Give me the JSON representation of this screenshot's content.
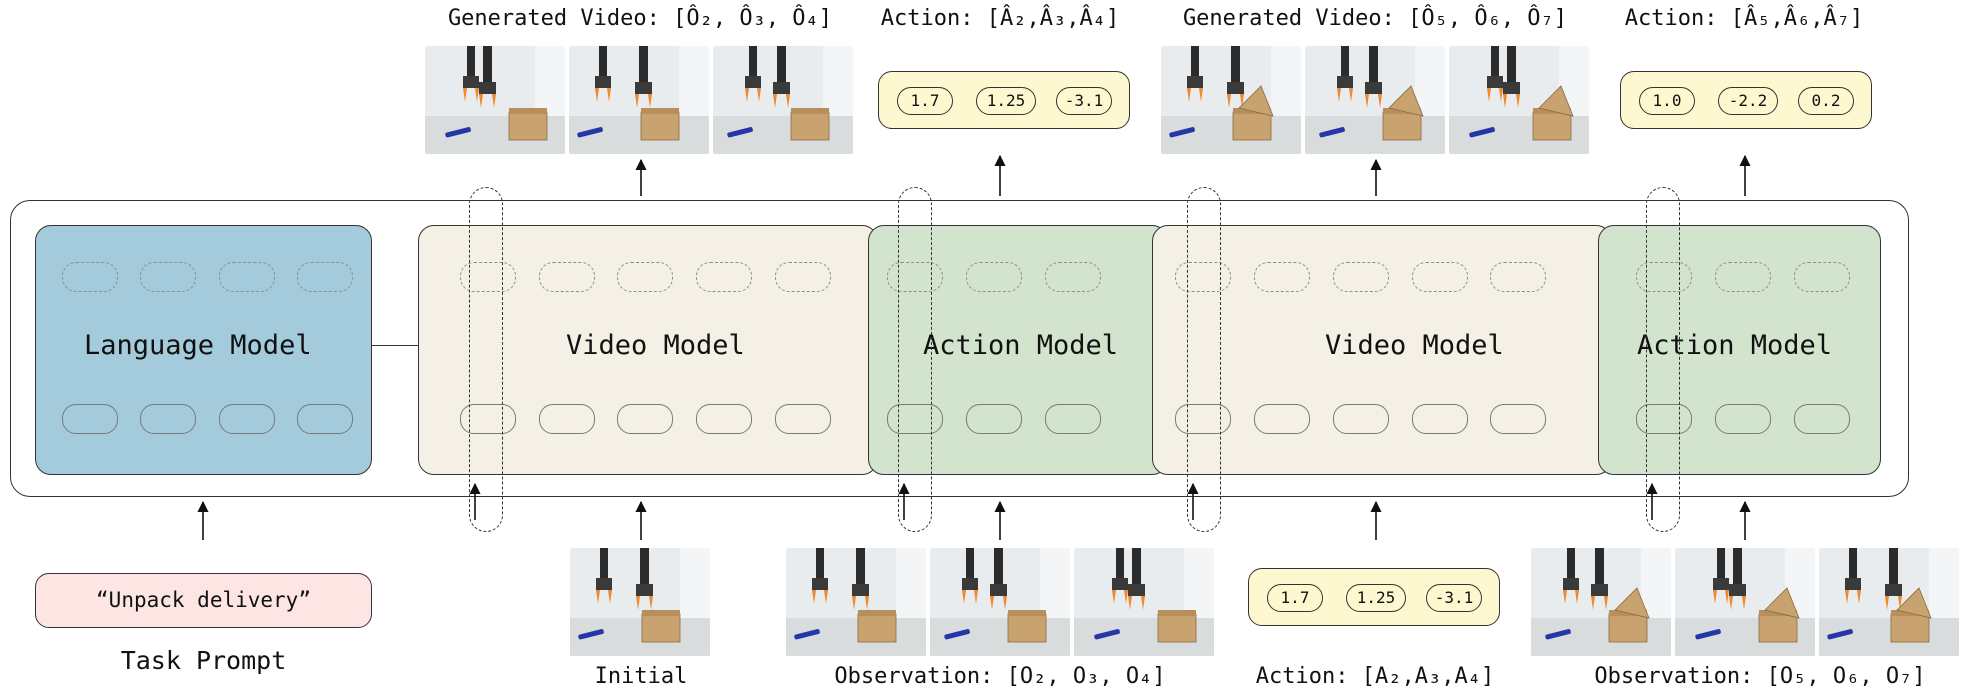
{
  "top_labels": {
    "generated_video_1": "Generated Video: [Ô₂, Ô₃, Ô₄]",
    "action_1": "Action: [Â₂,Â₃,Â₄]",
    "generated_video_2": "Generated Video: [Ô₅, Ô₆, Ô₇]",
    "action_2": "Action: [Â₅,Â₆,Â₇]"
  },
  "top_actions_1": [
    "1.7",
    "1.25",
    "-3.1"
  ],
  "top_actions_2": [
    "1.0",
    "-2.2",
    "0.2"
  ],
  "models": {
    "language": "Language Model",
    "video_1": "Video Model",
    "action_1": "Action Model",
    "video_2": "Video Model",
    "action_2": "Action Model"
  },
  "task_prompt": {
    "text": "“Unpack delivery”",
    "label": "Task Prompt"
  },
  "bottom_labels": {
    "initial": "Initial",
    "observation_1": "Observation: [O₂, O₃, O₄]",
    "action": "Action: [A₂,A₃,A₄]",
    "observation_2": "Observation: [O₅, O₆, O₇]"
  },
  "bottom_actions": [
    "1.7",
    "1.25",
    "-3.1"
  ],
  "colors": {
    "language_model": "#a3cbdb",
    "video_model": "#f4f0e5",
    "action_model": "#d2e4cd",
    "action_values": "#fdf8cf",
    "prompt": "#fde5e4"
  },
  "images": {
    "generated_1": [
      "robot-arms-box-frame",
      "robot-arms-box-frame",
      "robot-arms-box-frame"
    ],
    "generated_2": [
      "robot-arms-opening-box-frame",
      "robot-arms-opening-box-frame",
      "robot-arms-opening-box-frame"
    ],
    "initial": [
      "robot-arms-box-frame"
    ],
    "observation_1": [
      "robot-arms-box-frame",
      "robot-arms-box-frame",
      "robot-arms-box-frame"
    ],
    "observation_2": [
      "robot-arms-opening-box-frame",
      "robot-arms-opening-box-frame",
      "robot-arms-opening-box-frame"
    ]
  }
}
